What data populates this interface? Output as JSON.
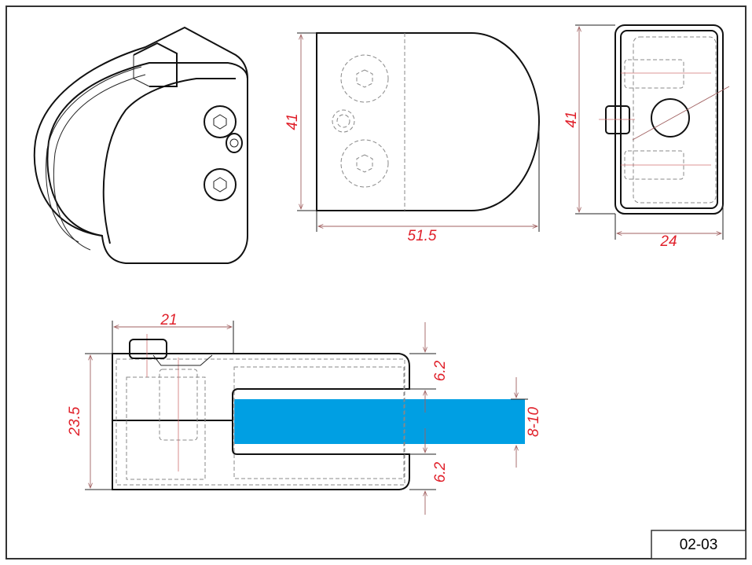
{
  "colors": {
    "glass": "#009fe3",
    "dimension_text": "#e0202a",
    "outline": "#111111"
  },
  "drawing_number": "02-03",
  "front_view": {
    "height_label": "41",
    "width_label": "51.5"
  },
  "side_view": {
    "height_label": "41",
    "width_label": "24"
  },
  "section_view": {
    "screw_offset_label": "21",
    "height_label": "23.5",
    "top_lip_label": "6.2",
    "bottom_lip_label": "6.2",
    "glass_thickness_label": "8-10"
  }
}
